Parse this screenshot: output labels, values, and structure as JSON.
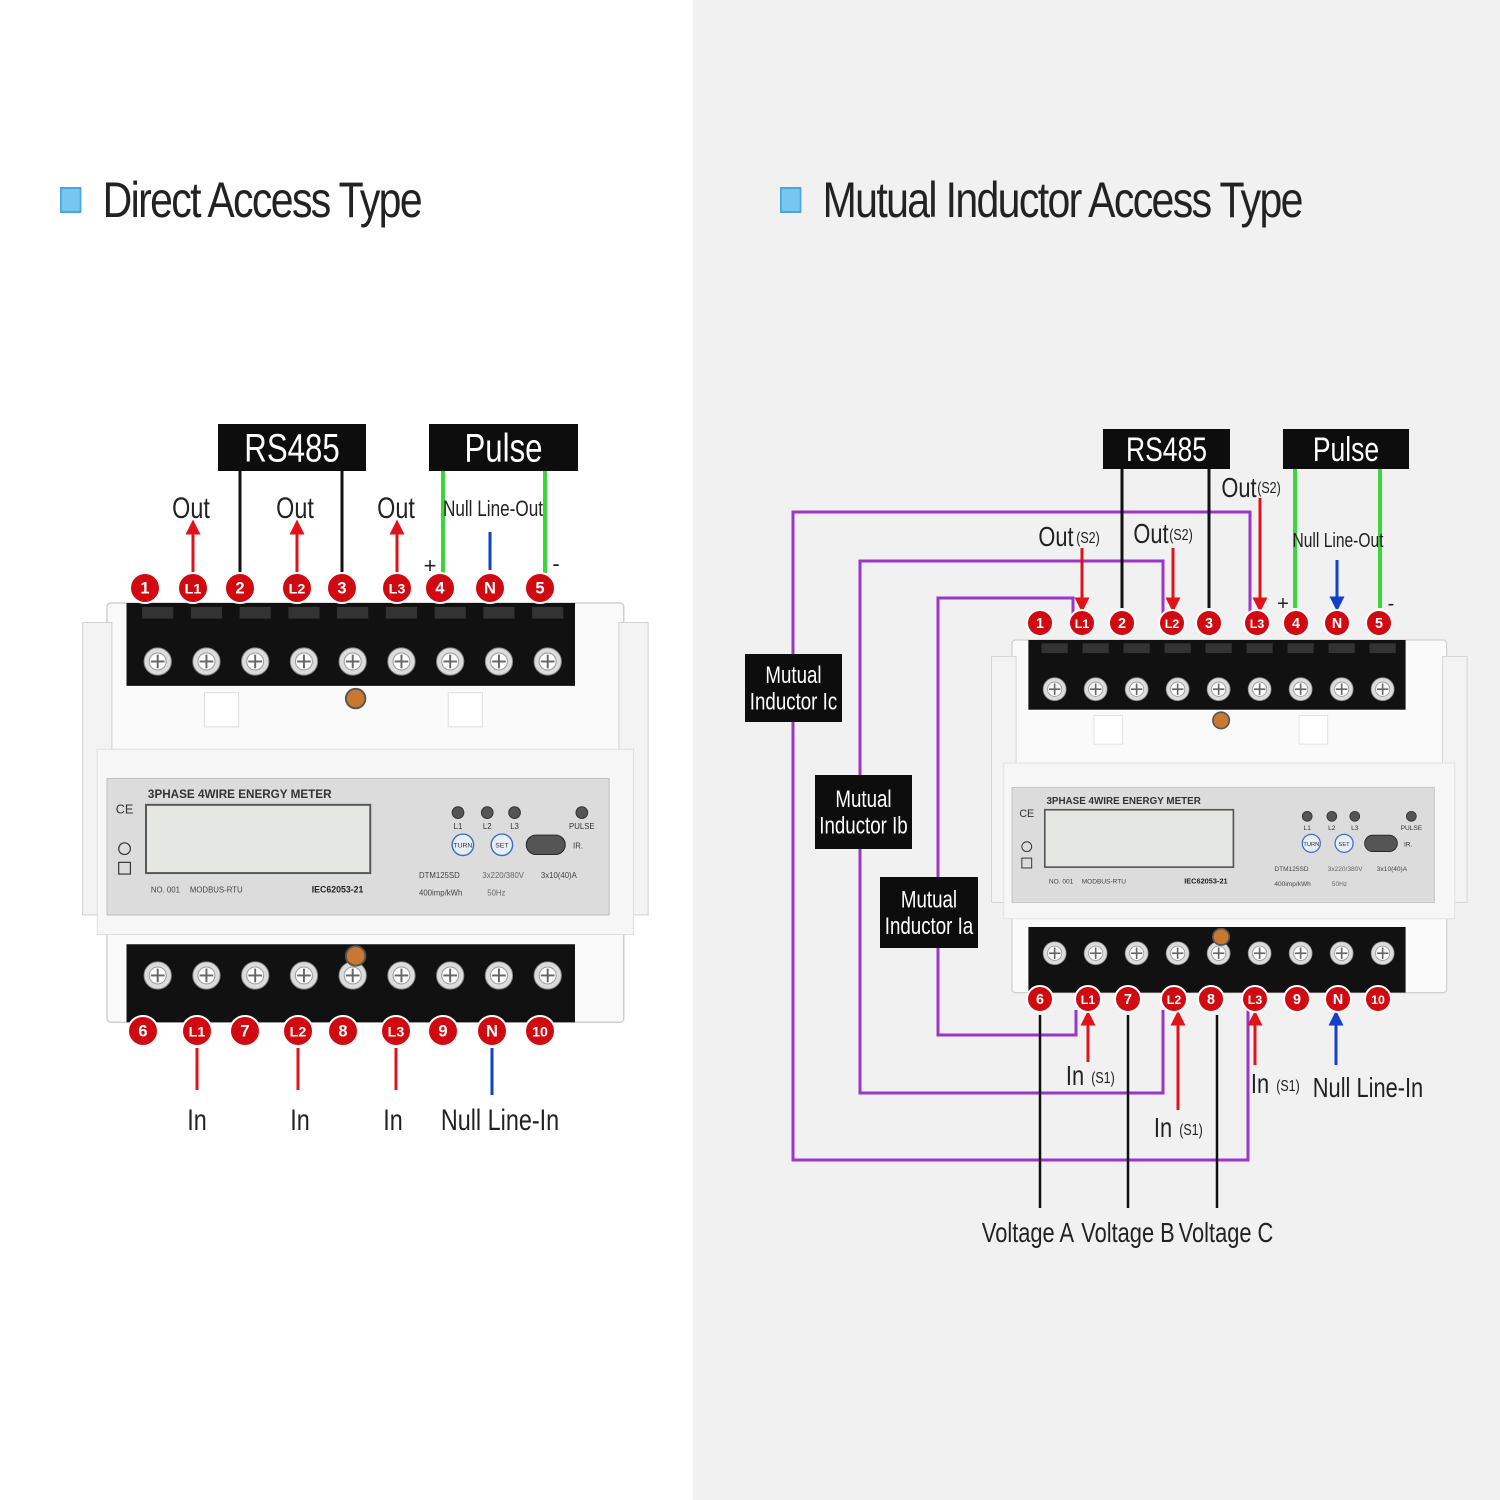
{
  "colors": {
    "accent_square": "#76c6ef",
    "terminal_badge": "#d10a11",
    "wire_red": "#e0131b",
    "wire_green": "#3ad63a",
    "wire_blue": "#1240c8",
    "wire_purple": "#9c36c8",
    "wire_black": "#111111"
  },
  "left": {
    "title": "Direct Access Type",
    "boxes": {
      "rs485": "RS485",
      "pulse": "Pulse"
    },
    "top_terminals": [
      "1",
      "L1",
      "2",
      "L2",
      "3",
      "L3",
      "4",
      "N",
      "5"
    ],
    "bottom_terminals": [
      "6",
      "L1",
      "7",
      "L2",
      "8",
      "L3",
      "9",
      "N",
      "10"
    ],
    "top_labels": {
      "out1": "Out",
      "out2": "Out",
      "out3": "Out",
      "null_out": "Null Line-Out",
      "plus": "+",
      "minus": "-"
    },
    "bottom_labels": {
      "in1": "In",
      "in2": "In",
      "in3": "In",
      "null_in": "Null Line-In"
    }
  },
  "right": {
    "title": "Mutual Inductor Access Type",
    "boxes": {
      "rs485": "RS485",
      "pulse": "Pulse",
      "ic": [
        "Mutual",
        "Inductor Ic"
      ],
      "ib": [
        "Mutual",
        "Inductor Ib"
      ],
      "ia": [
        "Mutual",
        "Inductor Ia"
      ]
    },
    "top_terminals": [
      "1",
      "L1",
      "2",
      "L2",
      "3",
      "L3",
      "4",
      "N",
      "5"
    ],
    "bottom_terminals": [
      "6",
      "L1",
      "7",
      "L2",
      "8",
      "L3",
      "9",
      "N",
      "10"
    ],
    "top_labels": {
      "out_l1": "Out",
      "out_l2": "Out",
      "out_l3": "Out",
      "s2": "(S2)",
      "null_out": "Null Line-Out",
      "plus": "+",
      "minus": "-"
    },
    "bottom_labels": {
      "in_l1": "In",
      "in_l2": "In",
      "in_l3": "In",
      "s1": "(S1)",
      "null_in": "Null Line-In"
    },
    "voltage_labels": [
      "Voltage A",
      "Voltage B",
      "Voltage C"
    ]
  },
  "meter": {
    "title": "3PHASE 4WIRE ENERGY METER",
    "leds": [
      "L1",
      "L2",
      "L3",
      "PULSE"
    ],
    "buttons": [
      "TURN",
      "SET"
    ],
    "ir": "IR.",
    "model": "DTM125SD",
    "voltage": "3x220/380V",
    "current": "3x10(40)A",
    "imp": "400imp/kWh",
    "freq": "50Hz",
    "number": "NO. 001",
    "protocol": "MODBUS-RTU",
    "standard": "IEC62053-21",
    "ce": "CE"
  }
}
